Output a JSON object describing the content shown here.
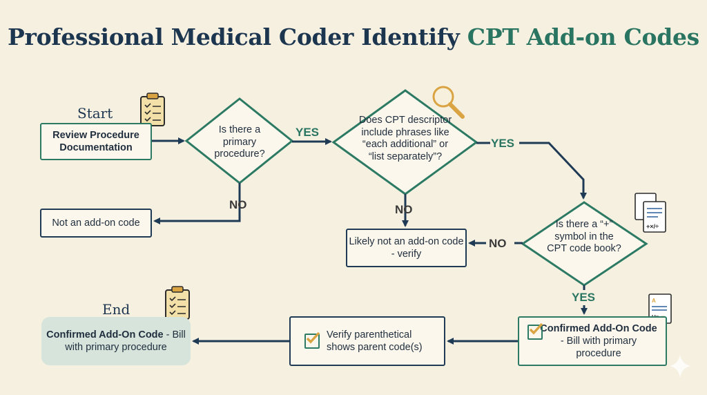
{
  "title": {
    "main": "Professional Medical Coder Identify",
    "accent": "CPT Add-on Codes"
  },
  "labels": {
    "start": "Start",
    "end": "End"
  },
  "nodes": {
    "review": "Review Procedure Documentation",
    "primary_q": "Is there a primary procedure?",
    "descriptor_q": "Does CPT descriptor include phrases like “each additional” or “list separately”?",
    "not_addon": "Not an add-on code",
    "likely_not": "Likely not an add-on code - verify",
    "plus_q": "Is there a “+” symbol in the CPT code book?",
    "confirmed_right_bold": "Confirmed Add-On Code",
    "confirmed_right_rest": "- Bill with primary procedure",
    "verify": "Verify parenthetical shows parent code(s)",
    "confirmed_end_bold": "Confirmed Add-On Code",
    "confirmed_end_rest": "- Bill with primary procedure"
  },
  "edges": {
    "yes1": "YES",
    "yes2": "YES",
    "yes3": "YES",
    "no1": "NO",
    "no2": "NO",
    "no3": "NO"
  },
  "colors": {
    "navy": "#1f3a55",
    "green": "#2c7a63",
    "background": "#f6f0e1",
    "end_box": "#d6e4dc",
    "icon_gold": "#d9a441"
  },
  "icons": [
    "clipboard-icon",
    "magnifier-icon",
    "documents-icon",
    "formula-doc-icon",
    "checkbox-icon",
    "sparkle-icon"
  ]
}
